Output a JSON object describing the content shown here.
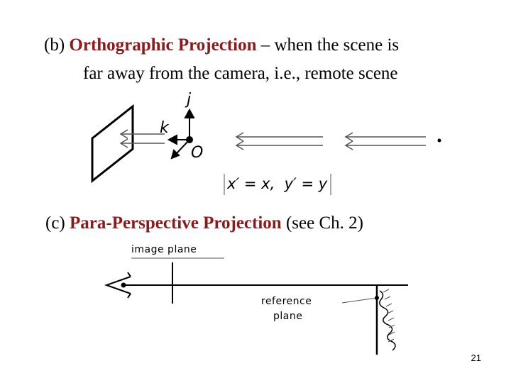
{
  "section_b": {
    "prefix": "(b) ",
    "term": "Orthographic Projection",
    "rest": " – when the scene is",
    "line2": "far away from the camera, i.e., remote scene"
  },
  "fig_b": {
    "axis_j": "j",
    "axis_k": "k",
    "origin": "O",
    "equation": "x′ = x,  y′ = y"
  },
  "section_c": {
    "prefix": "(c) ",
    "term": "Para-Perspective Projection",
    "rest": " (see Ch. 2)"
  },
  "fig_c": {
    "image_plane_label": "image plane",
    "reference_label_1": "reference",
    "reference_label_2": "plane"
  },
  "page_number": "21",
  "colors": {
    "highlight": "#8b1a1a",
    "text": "#000000",
    "arrows": "#555555"
  }
}
